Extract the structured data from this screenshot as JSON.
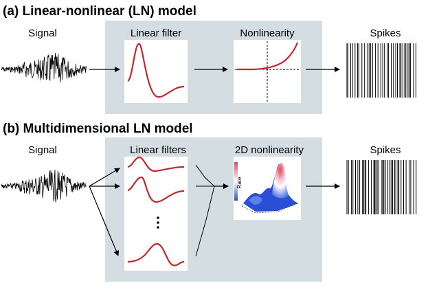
{
  "panel_a": {
    "title": "(a) Linear-nonlinear (LN) model",
    "signal_label": "Signal",
    "filter_label": "Linear filter",
    "nonlinearity_label": "Nonlinearity",
    "spikes_label": "Spikes"
  },
  "panel_b": {
    "title": "(b) Multidimensional LN model",
    "signal_label": "Signal",
    "filters_label": "Linear filters",
    "nonlinearity_label": "2D nonlinearity",
    "rate_label": "Rate",
    "spikes_label": "Spikes"
  },
  "colors": {
    "box_fill": "#d3dde2",
    "curve": "#c0282e",
    "arrow": "#000000",
    "surface_high": "#e8405a",
    "surface_low": "#2a4fd6"
  }
}
